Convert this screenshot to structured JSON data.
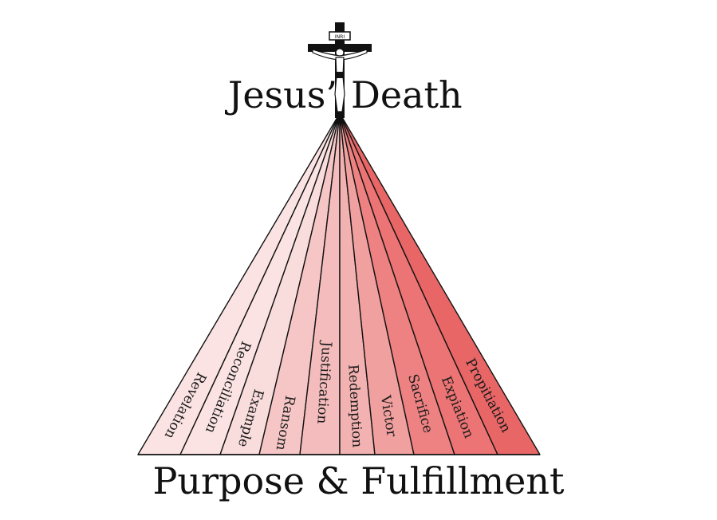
{
  "title": {
    "left": "Jesus’",
    "right": "Death"
  },
  "footer": "Purpose & Fulfillment",
  "cross": {
    "inscription": "INRI"
  },
  "segments": [
    {
      "label": "Revelation",
      "color": "#fbe3e3"
    },
    {
      "label": "Reconciliation",
      "color": "#fbe3e3"
    },
    {
      "label": "Example",
      "color": "#f9dcdc"
    },
    {
      "label": "Ransom",
      "color": "#f6c6c6"
    },
    {
      "label": "Justification",
      "color": "#f4bcbc"
    },
    {
      "label": "Redemption",
      "color": "#f3b2b2"
    },
    {
      "label": "Victor",
      "color": "#f1a0a0"
    },
    {
      "label": "Sacrifice",
      "color": "#ee8282"
    },
    {
      "label": "Expiation",
      "color": "#ec7474"
    },
    {
      "label": "Propitiation",
      "color": "#e86666"
    }
  ]
}
